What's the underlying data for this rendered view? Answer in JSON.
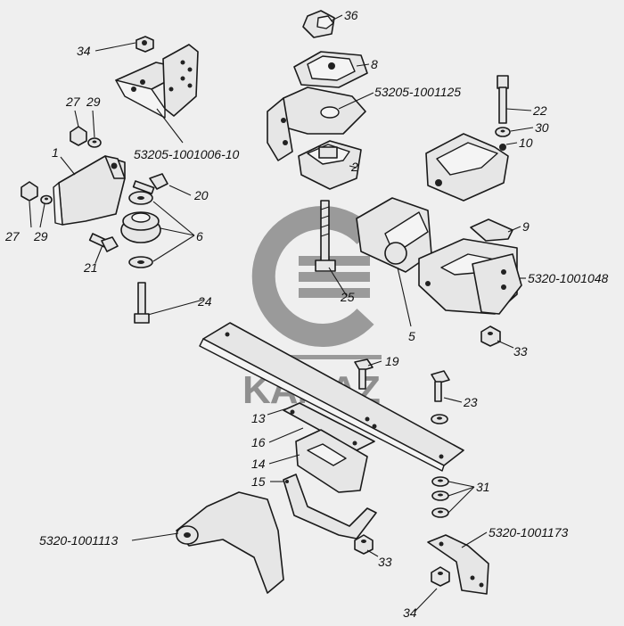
{
  "callouts": {
    "c34_top": "34",
    "c36": "36",
    "c8": "8",
    "c53205_1001125": "53205-1001125",
    "c22": "22",
    "c30": "30",
    "c10": "10",
    "c27_top": "27",
    "c29_top": "29",
    "c53205_1001006_10": "53205-1001006-10",
    "c1": "1",
    "c2": "2",
    "c20": "20",
    "c27_left": "27",
    "c29_left": "29",
    "c6": "6",
    "c21": "21",
    "c9": "9",
    "c5320_1001048": "5320-1001048",
    "c24": "24",
    "c25": "25",
    "c5": "5",
    "c33_right": "33",
    "c19": "19",
    "c23": "23",
    "c13": "13",
    "c16": "16",
    "c14": "14",
    "c15": "15",
    "c31": "31",
    "c5320_1001173": "5320-1001173",
    "c5320_1001113": "5320-1001113",
    "c33_bottom": "33",
    "c34_bottom": "34"
  },
  "logo": {
    "text": "KAMAZ",
    "color": "#9a9a9a"
  }
}
